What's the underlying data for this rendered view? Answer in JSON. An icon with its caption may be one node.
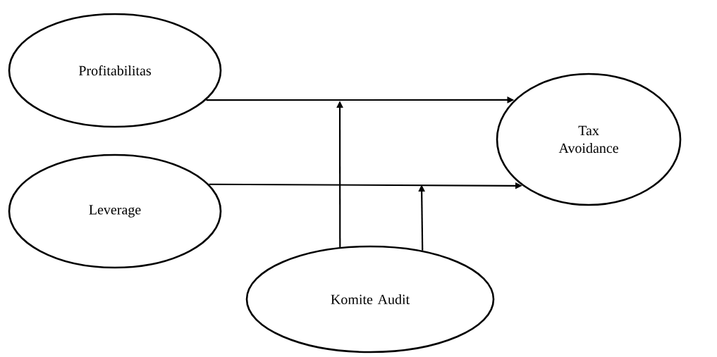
{
  "diagram": {
    "nodes": [
      {
        "text": [
          "Profitabilitas"
        ]
      },
      {
        "text": [
          "Tax Avoidance"
        ]
      },
      {
        "text": [
          "Leverage"
        ]
      },
      {
        "text": [
          "Komite Audit"
        ]
      }
    ],
    "edges": [
      {
        "from": 0,
        "to": 1,
        "arrow": "to"
      },
      {
        "from": 2,
        "to": 1,
        "arrow": "to"
      },
      {
        "from": 3,
        "to": null,
        "arrow": "to"
      },
      {
        "from": 3,
        "to": null,
        "arrow": "to"
      }
    ]
  }
}
